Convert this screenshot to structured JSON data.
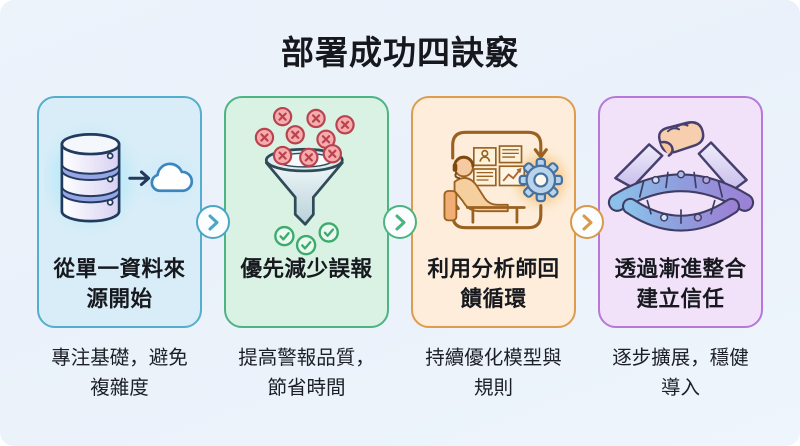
{
  "title": "部署成功四訣竅",
  "cards": [
    {
      "heading": "從單一資料來\n源開始",
      "description": "專注基礎，避免\n複雜度",
      "icon": "database-to-cloud-icon",
      "accent_color": "#54aecd",
      "background_color": "#d8edf7"
    },
    {
      "heading": "優先減少誤報",
      "description": "提高警報品質，\n節省時間",
      "icon": "funnel-filter-icon",
      "accent_color": "#4eb483",
      "background_color": "#d9f2e3"
    },
    {
      "heading": "利用分析師回\n饋循環",
      "description": "持續優化模型與\n規則",
      "icon": "analyst-feedback-loop-icon",
      "accent_color": "#de9c4f",
      "background_color": "#fdedda"
    },
    {
      "heading": "透過漸進整合\n建立信任",
      "description": "逐步擴展，穩健\n導入",
      "icon": "handshake-puzzle-bridge-icon",
      "accent_color": "#b678d9",
      "background_color": "#f1e2fa"
    }
  ],
  "connectors": [
    {
      "icon": "chevron-right-icon",
      "color": "#4aa6c6"
    },
    {
      "icon": "chevron-right-icon",
      "color": "#4db381"
    },
    {
      "icon": "chevron-right-icon",
      "color": "#d9984a"
    }
  ]
}
